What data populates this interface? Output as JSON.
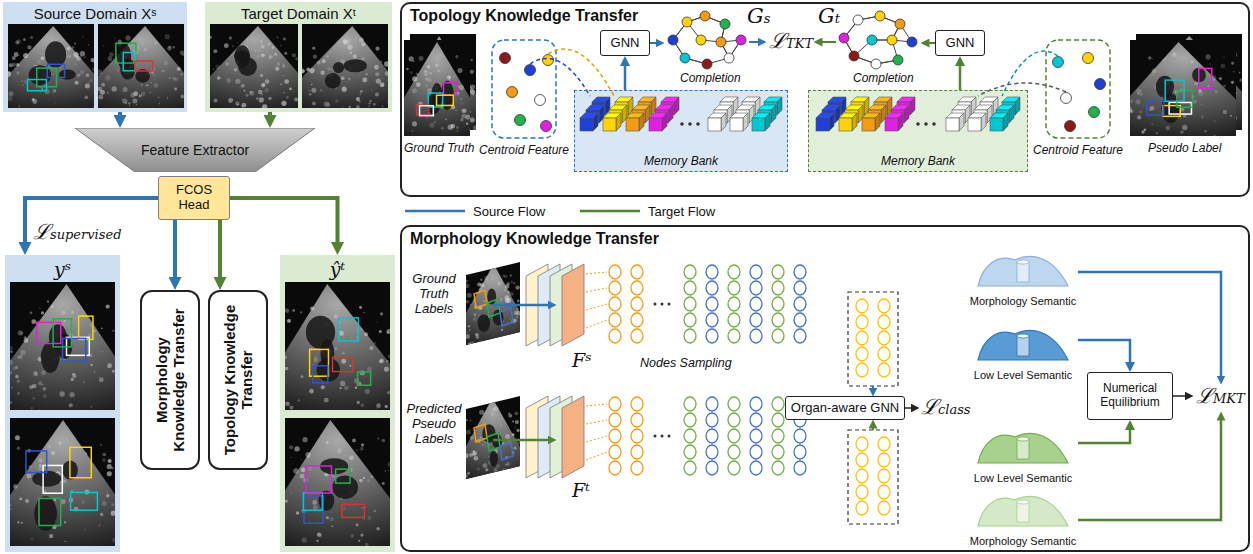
{
  "diagram": {
    "nodes": [
      {
        "text": [
          "Source Domain Xˢ"
        ]
      },
      {
        "text": [
          "Target Domain Xᵗ"
        ]
      },
      {
        "text": [
          "Feature Extractor"
        ]
      },
      {
        "text": [
          "FCOS Head"
        ]
      },
      {
        "text": [
          "yˢ"
        ]
      },
      {
        "text": [
          "Morphology Knowledge Transfer"
        ]
      },
      {
        "text": [
          "Topology Knowledge Transfer"
        ]
      },
      {
        "text": [
          "ŷᵗ"
        ]
      },
      {
        "text": [
          "Topology Knowledge Transfer"
        ]
      },
      {
        "text": [
          "Centroid Feature"
        ],
        "in": 8
      },
      {
        "text": [
          "Memory Bank"
        ],
        "in": 8
      },
      {
        "text": [
          "GNN"
        ],
        "in": 8
      },
      {
        "text": [
          "GNN"
        ],
        "in": 8
      },
      {
        "text": [
          "Memory Bank"
        ],
        "in": 8
      },
      {
        "text": [
          "Centroid Feature"
        ],
        "in": 8
      },
      {
        "text": [
          "Morphology Knowledge Transfer"
        ]
      },
      {
        "text": [
          "Organ-aware GNN"
        ],
        "in": 15
      },
      {
        "text": [
          "Morphology Semantic"
        ],
        "in": 15
      },
      {
        "text": [
          "Low Level Semantic"
        ],
        "in": 15
      },
      {
        "text": [
          "Numerical Equilibrium"
        ],
        "in": 15
      },
      {
        "text": [
          "Low Level Semantic"
        ],
        "in": 15
      },
      {
        "text": [
          "Morphology Semantic"
        ],
        "in": 15
      }
    ],
    "edges": [
      {
        "from": 0,
        "to": 2,
        "arrow": "to"
      },
      {
        "from": 1,
        "to": 2,
        "arrow": "to"
      },
      {
        "from": 3,
        "to": 4,
        "arrow": "to"
      },
      {
        "from": 3,
        "to": 5,
        "arrow": "to"
      },
      {
        "from": 3,
        "to": 6,
        "arrow": "to"
      },
      {
        "from": 3,
        "to": 7,
        "arrow": "to"
      },
      {
        "from": 10,
        "to": 11,
        "arrow": "to"
      },
      {
        "from": 13,
        "to": 12,
        "arrow": "to"
      },
      {
        "from": 18,
        "to": 19,
        "arrow": "to"
      },
      {
        "from": 20,
        "to": 19,
        "arrow": "to"
      }
    ],
    "labels": [
      "Ground Truth",
      "Pseudo Label",
      "Completion",
      "Completion",
      "Gs",
      "Gt",
      "ℒTKT",
      "ℒsupervised",
      "Fˢ",
      "Fᵗ",
      "Nodes Sampling",
      "Ground Truth Labels",
      "Predicted Pseudo Labels",
      "ℒclass",
      "ℒMKT"
    ],
    "legend": [
      {
        "text": "Source Flow"
      },
      {
        "text": "Target Flow"
      }
    ]
  }
}
